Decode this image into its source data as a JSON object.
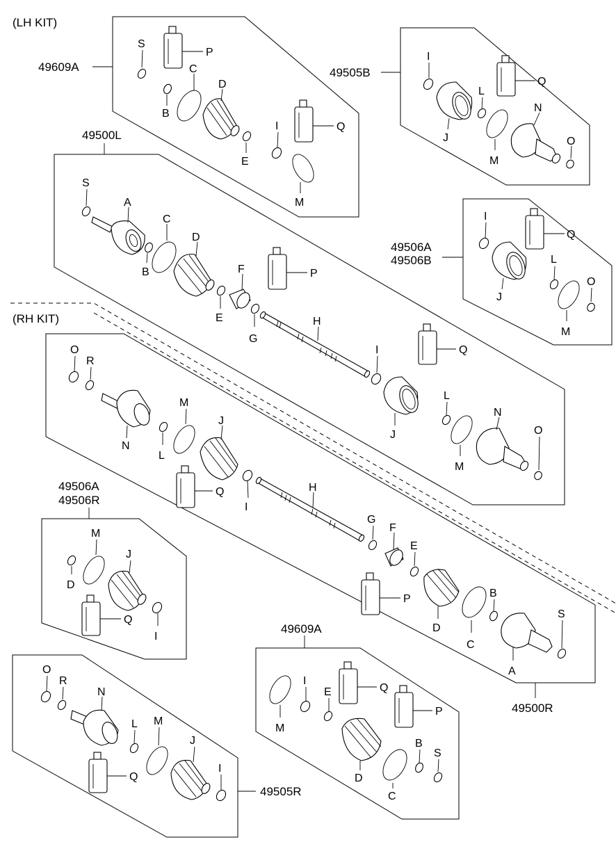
{
  "headers": {
    "lh_kit": "(LH KIT)",
    "rh_kit": "(RH KIT)"
  },
  "groups": {
    "g49609A_top": "49609A",
    "g49505B": "49505B",
    "g49500L": "49500L",
    "g49506A_1": "49506A",
    "g49506B": "49506B",
    "g49506A_2": "49506A",
    "g49506R": "49506R",
    "g49609A_bottom": "49609A",
    "g49500R": "49500R",
    "g49505R": "49505R"
  },
  "letters": {
    "A": "A",
    "B": "B",
    "C": "C",
    "D": "D",
    "E": "E",
    "F": "F",
    "G": "G",
    "H": "H",
    "I": "I",
    "J": "J",
    "L": "L",
    "M": "M",
    "N": "N",
    "O": "O",
    "P": "P",
    "Q": "Q",
    "R": "R",
    "S": "S"
  }
}
